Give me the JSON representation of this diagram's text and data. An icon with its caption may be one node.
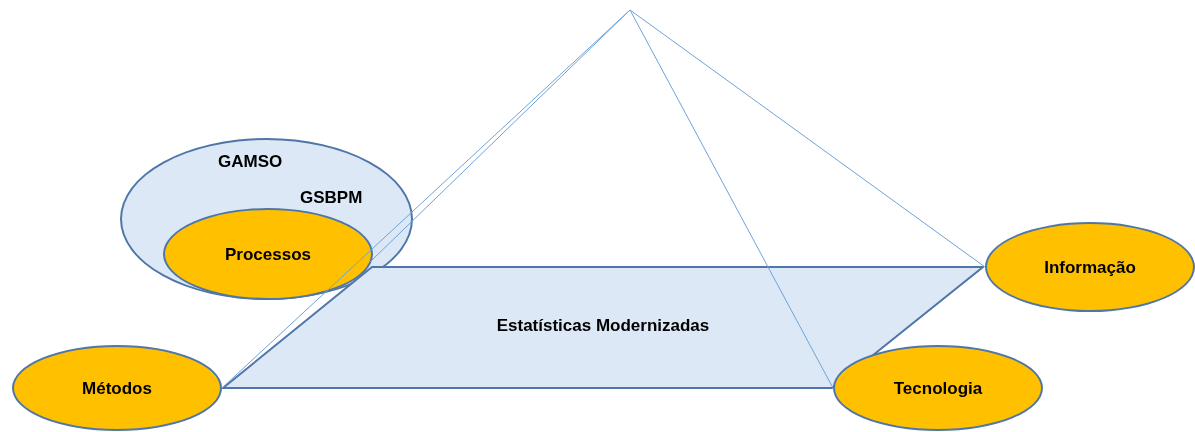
{
  "diagram": {
    "nodes": [
      {
        "text": [
          "GAMSO",
          "GSBPM"
        ]
      },
      {
        "text": [
          "Processos"
        ],
        "in": 0
      },
      {
        "text": [
          "Informação"
        ]
      },
      {
        "text": [
          "Estatísticas Modernizadas"
        ]
      },
      {
        "text": [
          "Métodos"
        ]
      },
      {
        "text": [
          "Tecnologia"
        ]
      }
    ],
    "edges": [
      {
        "from": null,
        "to": 4,
        "arrow": "none"
      },
      {
        "from": null,
        "to": 1,
        "arrow": "none"
      },
      {
        "from": null,
        "to": 5,
        "arrow": "none"
      },
      {
        "from": null,
        "to": 2,
        "arrow": "none"
      }
    ]
  }
}
